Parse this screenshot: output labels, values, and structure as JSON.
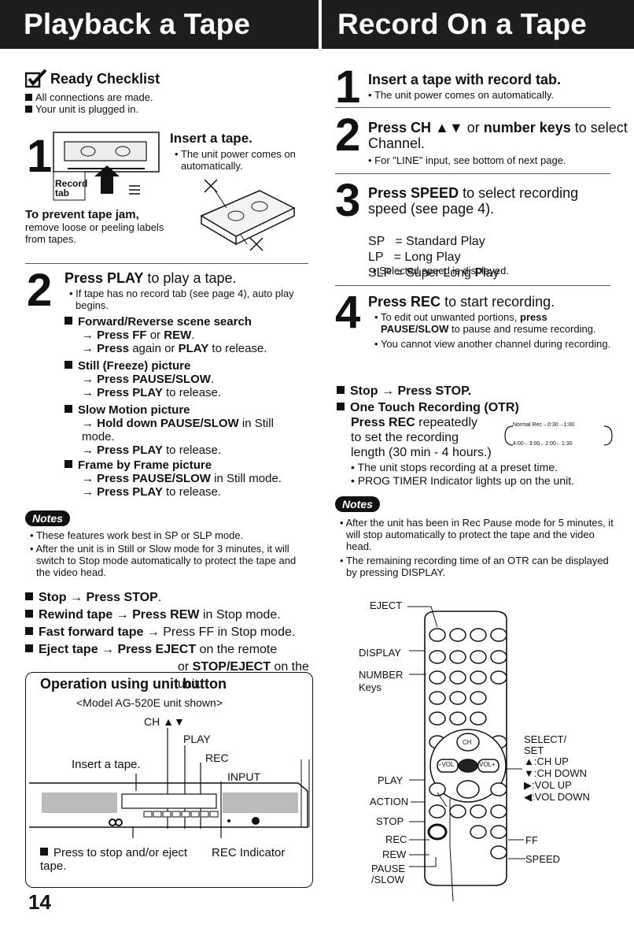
{
  "header": {
    "left": "Playback a Tape",
    "right": "Record On a Tape"
  },
  "left": {
    "checklist": {
      "title": "Ready Checklist",
      "items": [
        "All connections are made.",
        "Your unit is plugged in."
      ]
    },
    "step1": {
      "num": "1",
      "title": "Insert a tape.",
      "note": "The unit power comes on automatically.",
      "record_tab_label": "Record tab",
      "jam_title": "To prevent tape jam,",
      "jam_text": "remove loose or peeling labels from tapes."
    },
    "step2": {
      "num": "2",
      "title_b": "Press PLAY",
      "title_r": " to play a tape.",
      "note": "If tape has no record tab (see page 4), auto play begins.",
      "items": [
        {
          "title": "Forward/Reverse scene search",
          "lines": [
            {
              "a": "→ ",
              "b": "Press FF",
              "c": " or ",
              "d": "REW",
              "e": "."
            },
            {
              "a": "→ ",
              "b": "Press",
              "c": " again or ",
              "d": "PLAY",
              "e": " to release."
            }
          ]
        },
        {
          "title": "Still (Freeze) picture",
          "lines": [
            {
              "a": "→ ",
              "b": "Press PAUSE/SLOW",
              "c": ".",
              "d": "",
              "e": ""
            },
            {
              "a": "→ ",
              "b": "Press PLAY",
              "c": " to release.",
              "d": "",
              "e": ""
            }
          ]
        },
        {
          "title": "Slow Motion picture",
          "lines": [
            {
              "a": "→ ",
              "b": "Hold down PAUSE/SLOW",
              "c": " in Still mode.",
              "d": "",
              "e": ""
            },
            {
              "a": "→ ",
              "b": "Press PLAY",
              "c": " to release.",
              "d": "",
              "e": ""
            }
          ]
        },
        {
          "title": "Frame by Frame picture",
          "lines": [
            {
              "a": "→ ",
              "b": "Press PAUSE/SLOW",
              "c": " in Still mode.",
              "d": "",
              "e": ""
            },
            {
              "a": "→ ",
              "b": "Press PLAY",
              "c": " to release.",
              "d": "",
              "e": ""
            }
          ]
        }
      ]
    },
    "notes_label": "Notes",
    "notes": [
      "These features work best in SP or SLP mode.",
      "After the unit is in Still or Slow mode for 3 minutes, it will switch to Stop mode automatically to protect the tape and the video head."
    ],
    "bullets": [
      {
        "b": "Stop → Press STOP",
        "r": "."
      },
      {
        "b": "Rewind tape → Press REW",
        "r": " in Stop mode."
      },
      {
        "b": "Fast forward tape → ",
        "m": "Press FF",
        "r": " in Stop mode."
      },
      {
        "b": "Eject tape → ",
        "m": "Press EJECT",
        "r": " on the remote"
      }
    ],
    "bullet_eject_line2_r": "or ",
    "bullet_eject_line2_b": "STOP/EJECT",
    "bullet_eject_line2_e": " on the unit.",
    "unitbox": {
      "title": "Operation using unit button",
      "model": "<Model AG-520E unit shown>",
      "ch": "CH ▲▼",
      "play": "PLAY",
      "insert": "Insert a tape.",
      "rec": "REC",
      "input": "INPUT",
      "press_stop": "Press to stop and/or eject tape.",
      "rec_indicator": "REC Indicator"
    },
    "page_number": "14"
  },
  "right": {
    "step1": {
      "num": "1",
      "title": "Insert a tape with record tab.",
      "note": "The unit power comes on automatically."
    },
    "step2": {
      "num": "2",
      "t1": "Press CH ▲▼",
      "t2": " or ",
      "t3": "number keys",
      "t4": " to select Channel.",
      "note": "For \"LINE\" input, see bottom of next page."
    },
    "step3": {
      "num": "3",
      "t1": "Press SPEED",
      "t2": " to select recording speed (see page 4).",
      "speeds": [
        "SP   = Standard Play",
        "LP   = Long Play",
        "SLP = Super Long Play"
      ],
      "note": "Selected speed is displayed."
    },
    "step4": {
      "num": "4",
      "t1": "Press REC",
      "t2": " to start recording.",
      "note1a": "To edit out unwanted portions, ",
      "note1b": "press PAUSE/SLOW",
      "note1c": " to pause and resume recording.",
      "note2": "You cannot view another channel during recording."
    },
    "stop": "Stop → Press STOP.",
    "otr": {
      "title": "One Touch Recording (OTR)",
      "l1b": "Press REC",
      "l1r": " repeatedly",
      "l2": "to set the recording",
      "l3": "length (30 min - 4 hours.)",
      "cycle_top": "Normal Rec→0:30→1:00",
      "cycle_bot": "4:00←3:00←2:00←1:30",
      "notes": [
        "The unit stops recording at a preset time.",
        "PROG TIMER Indicator lights up on the unit."
      ]
    },
    "notes_label": "Notes",
    "notes": [
      "After the unit has been in Rec Pause mode for 5 minutes, it will stop automatically to protect the tape and the video head.",
      "The remaining recording time of an OTR can be displayed by pressing DISPLAY."
    ],
    "remote": {
      "eject": "EJECT",
      "display": "DISPLAY",
      "number": "NUMBER",
      "keys": "Keys",
      "play": "PLAY",
      "action": "ACTION",
      "stop": "STOP",
      "rec": "REC",
      "rew": "REW",
      "pause": "PAUSE",
      "slow": "/SLOW",
      "select1": "SELECT/",
      "select2": "SET",
      "chup": "▲:CH UP",
      "chdown": "▼:CH DOWN",
      "volup": "▶:VOL UP",
      "voldown": "◀:VOL DOWN",
      "ff": "FF",
      "speed": "SPEED",
      "vol_minus": "–VOL",
      "vol_plus": "VOL+",
      "ch": "CH"
    }
  }
}
